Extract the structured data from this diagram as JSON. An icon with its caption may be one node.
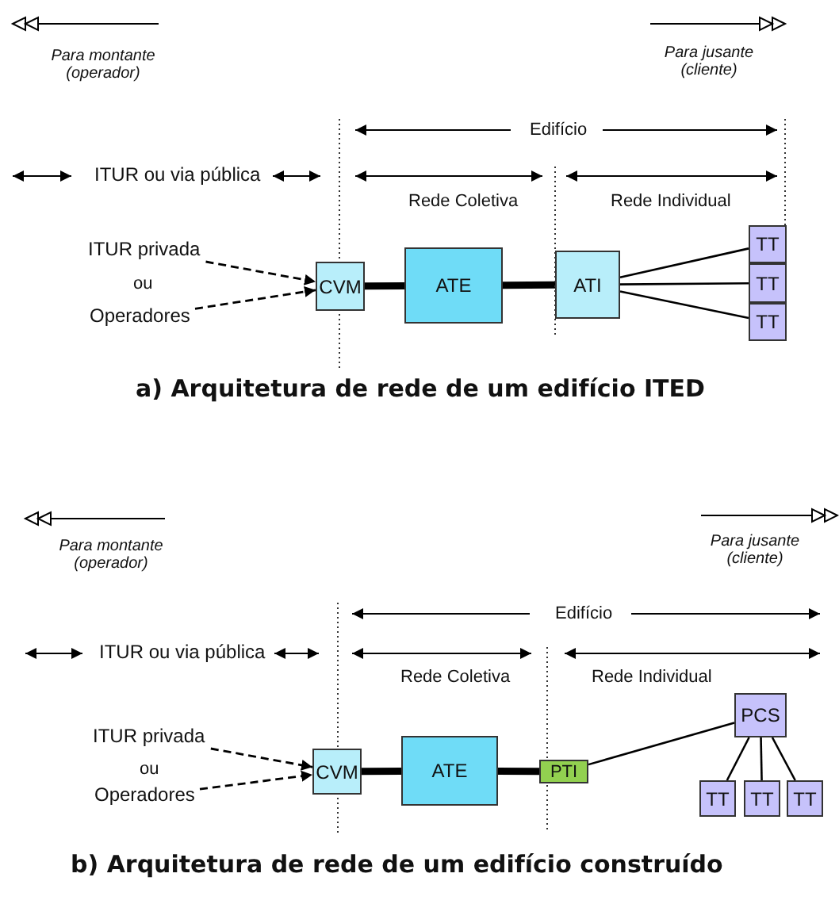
{
  "diagram": {
    "nodes": [
      {
        "text": [
          "ITUR privada"
        ]
      },
      {
        "text": [
          "Operadores"
        ]
      },
      {
        "text": [
          "CVM"
        ]
      },
      {
        "text": [
          "ATE"
        ]
      },
      {
        "text": [
          "ATI"
        ]
      },
      {
        "text": [
          "TT"
        ]
      },
      {
        "text": [
          "TT"
        ]
      },
      {
        "text": [
          "TT"
        ]
      },
      {
        "text": [
          "ITUR privada"
        ]
      },
      {
        "text": [
          "Operadores"
        ]
      },
      {
        "text": [
          "CVM"
        ]
      },
      {
        "text": [
          "ATE"
        ]
      },
      {
        "text": [
          "PTI"
        ]
      },
      {
        "text": [
          "PCS"
        ]
      },
      {
        "text": [
          "TT"
        ]
      },
      {
        "text": [
          "TT"
        ]
      },
      {
        "text": [
          "TT"
        ]
      }
    ],
    "edges": [
      {
        "from": 0,
        "to": 2,
        "arrow": "to",
        "style": "dashed"
      },
      {
        "from": 1,
        "to": 2,
        "arrow": "to",
        "style": "dashed"
      },
      {
        "from": 2,
        "to": 3,
        "arrow": "none",
        "style": "thick"
      },
      {
        "from": 3,
        "to": 4,
        "arrow": "none",
        "style": "thick"
      },
      {
        "from": 4,
        "to": 5,
        "arrow": "none"
      },
      {
        "from": 4,
        "to": 6,
        "arrow": "none"
      },
      {
        "from": 4,
        "to": 7,
        "arrow": "none"
      },
      {
        "from": 8,
        "to": 10,
        "arrow": "to",
        "style": "dashed"
      },
      {
        "from": 9,
        "to": 10,
        "arrow": "to",
        "style": "dashed"
      },
      {
        "from": 10,
        "to": 11,
        "arrow": "none",
        "style": "thick"
      },
      {
        "from": 11,
        "to": 12,
        "arrow": "none",
        "style": "thick"
      },
      {
        "from": 12,
        "to": 13,
        "arrow": "none"
      },
      {
        "from": 13,
        "to": 14,
        "arrow": "none"
      },
      {
        "from": 13,
        "to": 15,
        "arrow": "none"
      },
      {
        "from": 13,
        "to": 16,
        "arrow": "none"
      }
    ],
    "labels": [
      "Para montante (operador)",
      "Para jusante (cliente)",
      "Edifício",
      "ITUR ou via pública",
      "Rede Coletiva",
      "Rede Individual",
      "ou",
      "a) Arquitetura de rede de um edifício ITED",
      "Para montante (operador)",
      "Para jusante (cliente)",
      "Edifício",
      "ITUR ou via pública",
      "Rede Coletiva",
      "Rede Individual",
      "ou",
      "b) Arquitetura de rede de um edifício construído"
    ]
  }
}
